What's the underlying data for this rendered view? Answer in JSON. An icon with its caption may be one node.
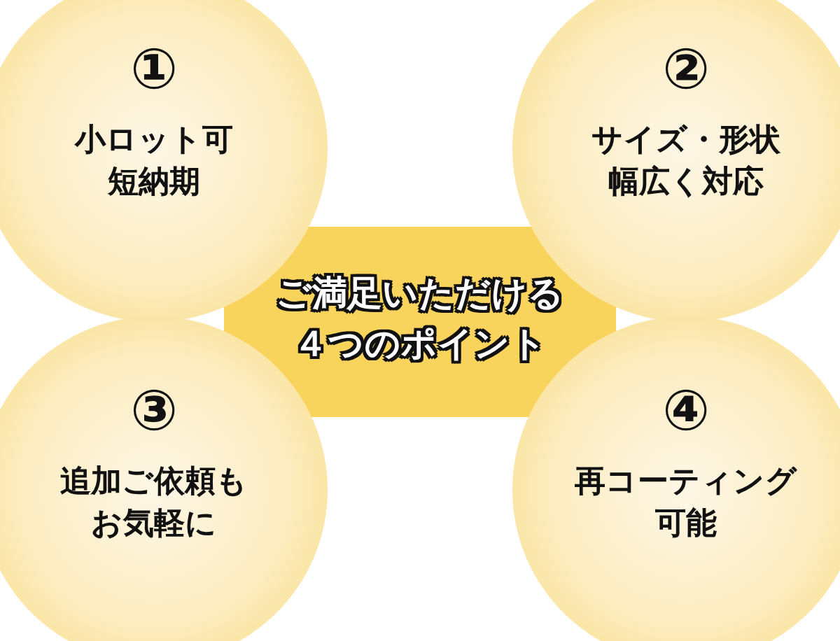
{
  "diagram": {
    "nodes": [
      {
        "text": [
          "①",
          "小ロット可短納期"
        ]
      },
      {
        "text": [
          "②",
          "サイズ・形状幅広く対応"
        ]
      },
      {
        "text": [
          "ご満足いただける４つのポイント"
        ]
      },
      {
        "text": [
          "③",
          "追加ご依頼もお気軽に"
        ]
      },
      {
        "text": [
          "④",
          "再コーティング可能"
        ]
      }
    ]
  }
}
